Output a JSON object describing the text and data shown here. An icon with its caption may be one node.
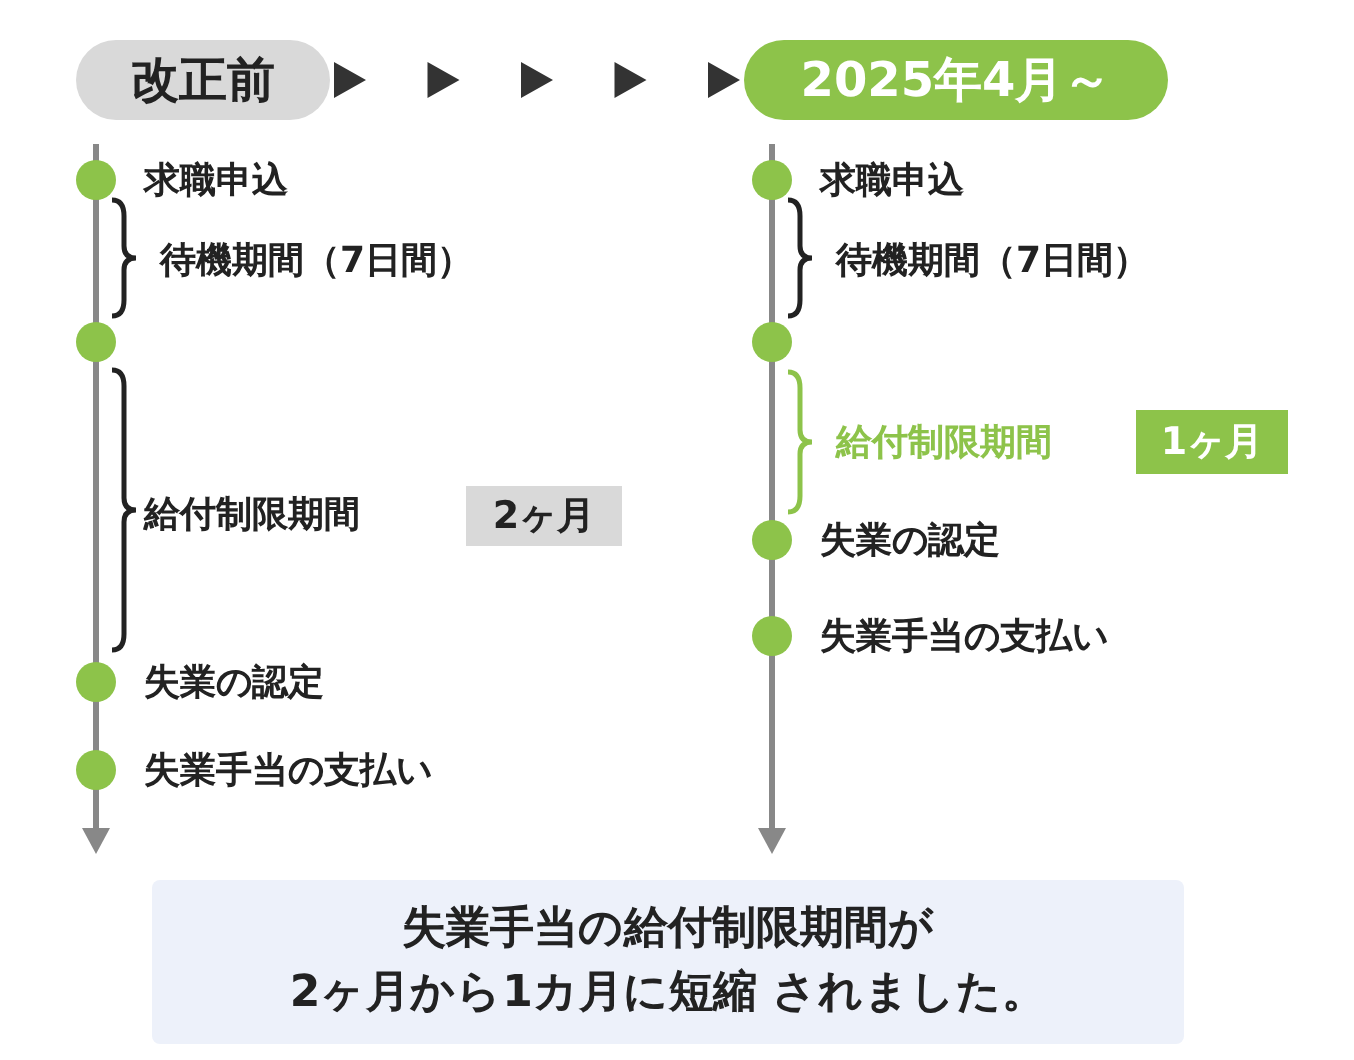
{
  "diagram": {
    "nodes": [
      {
        "text": [
          "改正前"
        ]
      },
      {
        "text": [
          "2025年4月～"
        ]
      },
      {
        "text": [],
        "shape": "circle",
        "beside": [
          "求職申込"
        ]
      },
      {
        "text": [],
        "shape": "circle"
      },
      {
        "text": [],
        "shape": "circle",
        "beside": [
          "失業の認定"
        ]
      },
      {
        "text": [],
        "shape": "circle",
        "beside": [
          "失業手当の支払い"
        ]
      },
      {
        "text": [],
        "shape": "circle",
        "beside": [
          "求職申込"
        ]
      },
      {
        "text": [],
        "shape": "circle"
      },
      {
        "text": [],
        "shape": "circle",
        "beside": [
          "失業の認定"
        ]
      },
      {
        "text": [],
        "shape": "circle",
        "beside": [
          "失業手当の支払い"
        ]
      },
      {
        "text": [
          "2ヶ月"
        ]
      },
      {
        "text": [
          "1ヶ月"
        ]
      },
      {
        "text": [
          "失業手当の給付制限期間が",
          "2ヶ月から**1カ月**に短縮 されました。"
        ]
      }
    ],
    "edges": [
      {
        "from": 0,
        "to": 1,
        "arrow": "to"
      }
    ],
    "labels": [
      "待機期間（7日間）",
      "待機期間（7日間）",
      "給付制限期間",
      "給付制限期間"
    ]
  }
}
